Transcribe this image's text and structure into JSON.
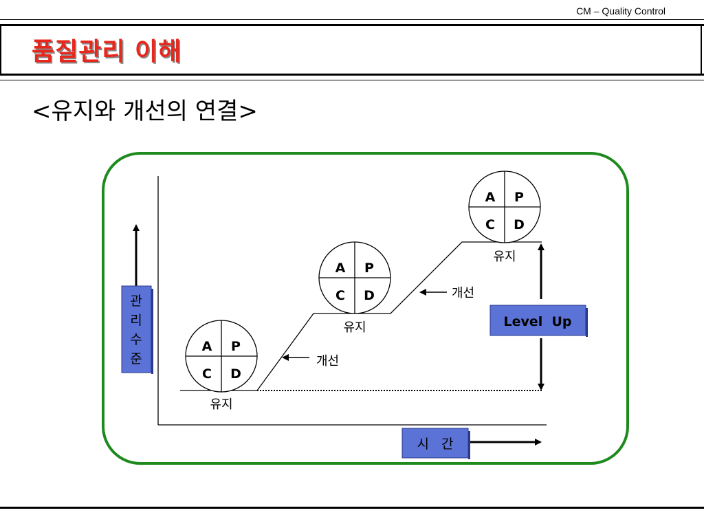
{
  "header": {
    "label": "CM – Quality Control"
  },
  "page": {
    "title": "품질관리 이해",
    "subtitle": "<유지와 개선의 연결>"
  },
  "diagram": {
    "y_axis_label": [
      "관",
      "리",
      "수",
      "준"
    ],
    "x_axis_label": "시   간",
    "level_up_label": "Level  Up",
    "pdca_cycles": [
      {
        "quadrants": [
          "A",
          "P",
          "C",
          "D"
        ],
        "caption": "유지"
      },
      {
        "quadrants": [
          "A",
          "P",
          "C",
          "D"
        ],
        "caption": "유지"
      },
      {
        "quadrants": [
          "A",
          "P",
          "C",
          "D"
        ],
        "caption": "유지"
      }
    ],
    "improvement_labels": [
      "개선",
      "개선"
    ],
    "colors": {
      "frame_border": "#1e8a1e",
      "label_box_fill": "#5b73d6",
      "title_red": "#e8261c"
    }
  }
}
